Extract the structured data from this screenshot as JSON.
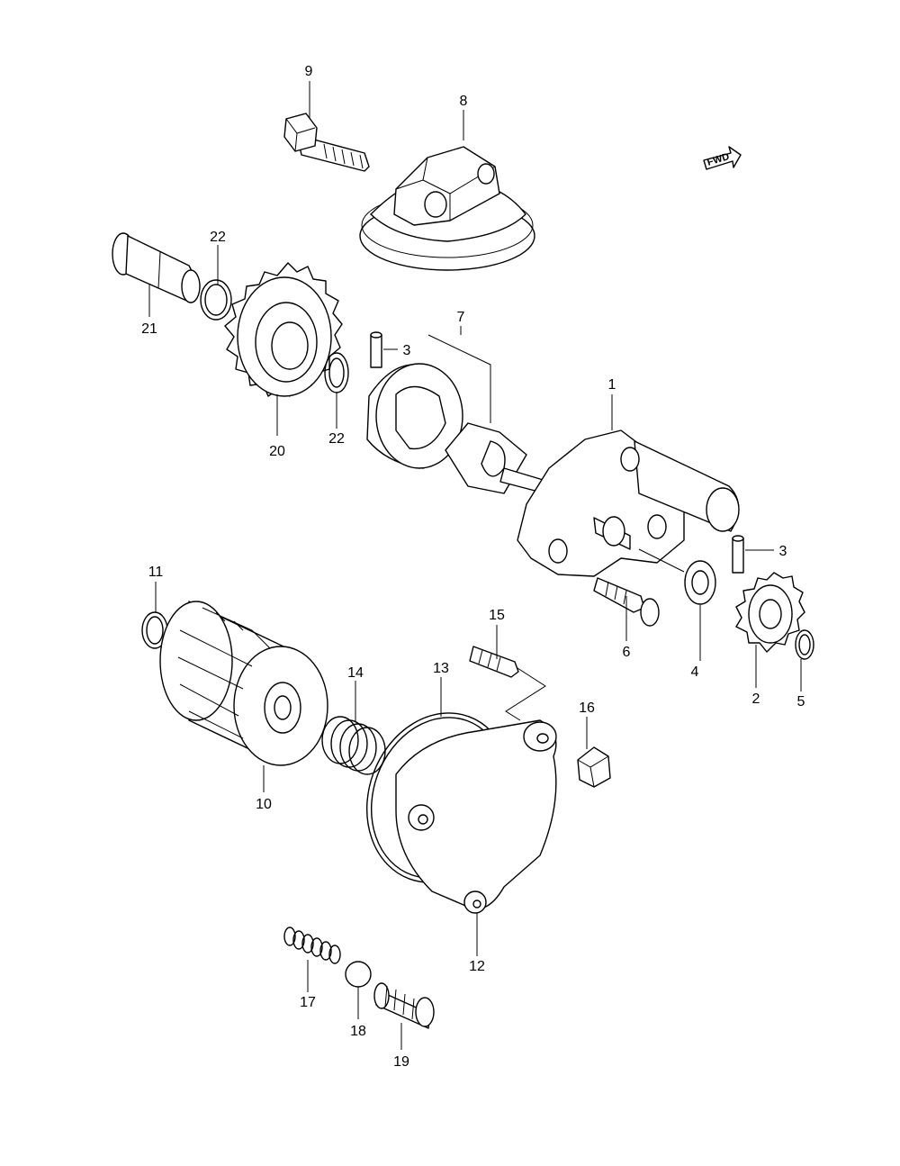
{
  "fwd_label": "FWD",
  "callouts": [
    {
      "id": "c1",
      "text": "1"
    },
    {
      "id": "c2",
      "text": "2"
    },
    {
      "id": "c3a",
      "text": "3"
    },
    {
      "id": "c3b",
      "text": "3"
    },
    {
      "id": "c4",
      "text": "4"
    },
    {
      "id": "c5",
      "text": "5"
    },
    {
      "id": "c6",
      "text": "6"
    },
    {
      "id": "c7",
      "text": "7"
    },
    {
      "id": "c8",
      "text": "8"
    },
    {
      "id": "c9",
      "text": "9"
    },
    {
      "id": "c10",
      "text": "10"
    },
    {
      "id": "c11",
      "text": "11"
    },
    {
      "id": "c12",
      "text": "12"
    },
    {
      "id": "c13",
      "text": "13"
    },
    {
      "id": "c14",
      "text": "14"
    },
    {
      "id": "c15",
      "text": "15"
    },
    {
      "id": "c16",
      "text": "16"
    },
    {
      "id": "c17",
      "text": "17"
    },
    {
      "id": "c18",
      "text": "18"
    },
    {
      "id": "c19",
      "text": "19"
    },
    {
      "id": "c20",
      "text": "20"
    },
    {
      "id": "c21",
      "text": "21"
    },
    {
      "id": "c22a",
      "text": "22"
    },
    {
      "id": "c22b",
      "text": "22"
    }
  ]
}
